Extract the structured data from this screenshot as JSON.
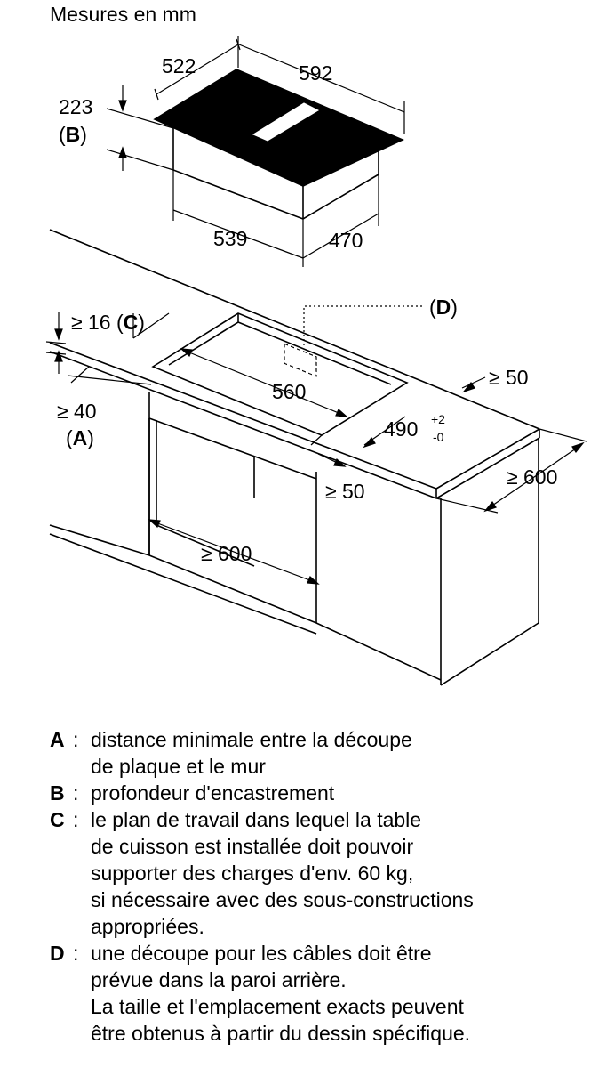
{
  "title": "Mesures en mm",
  "dimensions": {
    "hob_depth": "522",
    "hob_width": "592",
    "install_depth": "223",
    "install_depth_ref": "B",
    "body_width": "539",
    "body_depth": "470",
    "cutout_width": "560",
    "cutout_depth_base": "490",
    "cutout_depth_tol_plus": "+2",
    "cutout_depth_tol_minus": "-0",
    "worktop_thickness": "≥ 16",
    "worktop_ref": "C",
    "wall_distance": "≥ 40",
    "wall_ref": "A",
    "back_clearance": "≥ 50",
    "front_clearance": "≥ 50",
    "counter_depth": "≥ 600",
    "cabinet_width": "≥ 600",
    "cable_cutout_ref": "D"
  },
  "legend": [
    {
      "key": "A",
      "lines": [
        "distance minimale entre la découpe",
        "de plaque et le mur"
      ]
    },
    {
      "key": "B",
      "lines": [
        "profondeur d'encastrement"
      ]
    },
    {
      "key": "C",
      "lines": [
        "le plan de travail dans lequel la table",
        "de cuisson est installée doit pouvoir",
        "supporter des charges d'env. 60 kg,",
        "si nécessaire avec des sous-constructions",
        "appropriées."
      ]
    },
    {
      "key": "D",
      "lines": [
        "une découpe pour les câbles doit être",
        "prévue dans la paroi arrière.",
        "La taille et l'emplacement exacts peuvent",
        "être obtenus à partir du dessin spécifique."
      ]
    }
  ],
  "legend_separator": ":"
}
